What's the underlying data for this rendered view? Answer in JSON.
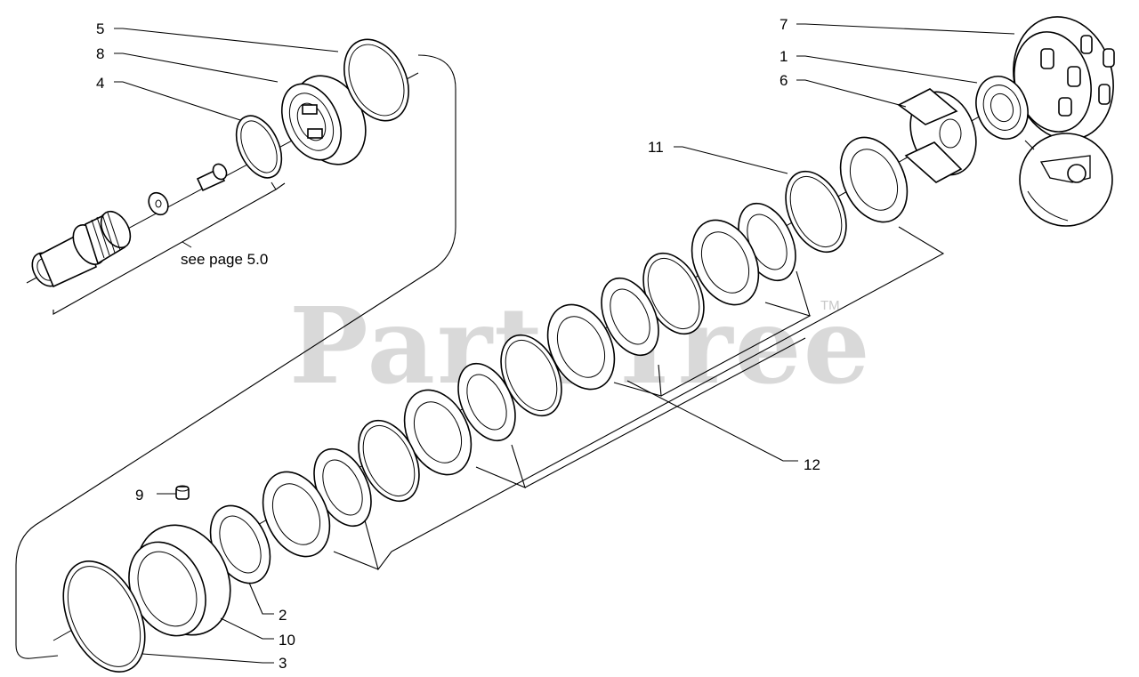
{
  "diagram": {
    "watermark": "PartsTree",
    "trademark": "TM",
    "note": "see page 5.0",
    "callouts": [
      {
        "id": "c5",
        "label": "5"
      },
      {
        "id": "c8",
        "label": "8"
      },
      {
        "id": "c4",
        "label": "4"
      },
      {
        "id": "c7",
        "label": "7"
      },
      {
        "id": "c1",
        "label": "1"
      },
      {
        "id": "c6",
        "label": "6"
      },
      {
        "id": "c11",
        "label": "11"
      },
      {
        "id": "c12",
        "label": "12"
      },
      {
        "id": "c9",
        "label": "9"
      },
      {
        "id": "c2",
        "label": "2"
      },
      {
        "id": "c10",
        "label": "10"
      },
      {
        "id": "c3",
        "label": "3"
      }
    ]
  }
}
